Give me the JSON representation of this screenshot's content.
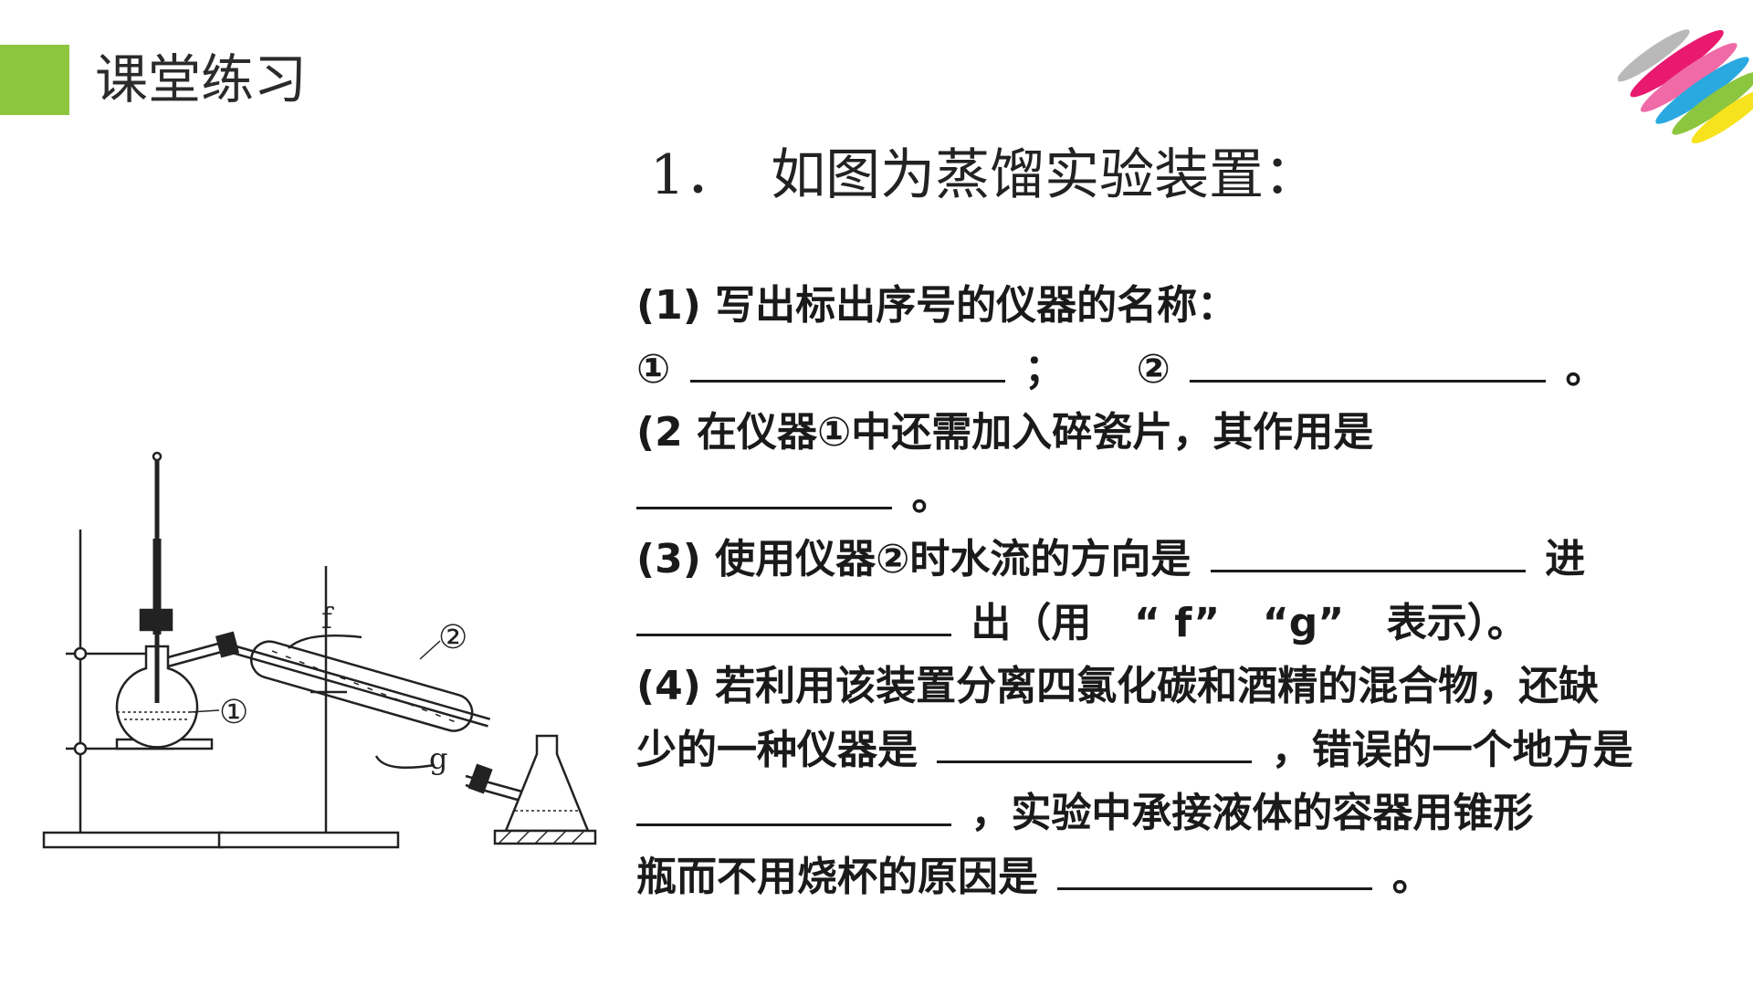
{
  "header": {
    "section_title": "课堂练习"
  },
  "question": {
    "number": "1．",
    "title": "如图为蒸馏实验装置："
  },
  "diagram": {
    "labels": {
      "f": "f",
      "g": "g",
      "mark1": "①",
      "mark2": "②"
    }
  },
  "items": {
    "l1": "(1) 写出标出序号的仪器的名称：",
    "l2_a": "①",
    "l2_sep": "；",
    "l2_b": "②",
    "l2_end": "。",
    "l3": "(2 在仪器①中还需加入碎瓷片，其作用是",
    "l4_end": "。",
    "l5_a": "(3) 使用仪器②时水流的方向是",
    "l5_b": "进",
    "l6_a": "出（用",
    "l6_b": "“ f”",
    "l6_c": "“g”",
    "l6_d": "表示）。",
    "l7": "(4) 若利用该装置分离四氯化碳和酒精的混合物，还缺",
    "l8_a": "少的一种仪器是",
    "l8_b": "，错误的一个地方是",
    "l9_a": "，实验中承接液体的容器用锥形",
    "l10_a": "瓶而不用烧杯的原因是",
    "l10_end": "。"
  },
  "colors": {
    "accent_green": "#8cc63f",
    "text": "#1a1a1a"
  }
}
